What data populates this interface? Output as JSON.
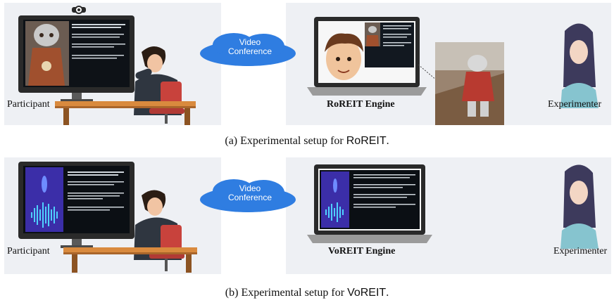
{
  "row_a": {
    "participant_label": "Participant",
    "engine_label": "RoREIT Engine",
    "experimenter_label": "Experimenter",
    "cloud_line1": "Video",
    "cloud_line2": "Conference",
    "caption_prefix": "(a) Experimental setup for ",
    "caption_system": "RoREIT",
    "caption_suffix": "."
  },
  "row_b": {
    "participant_label": "Participant",
    "engine_label": "VoREIT Engine",
    "experimenter_label": "Experimenter",
    "cloud_line1": "Video",
    "cloud_line2": "Conference",
    "caption_prefix": "(b) Experimental setup for ",
    "caption_system": "VoREIT",
    "caption_suffix": "."
  },
  "colors": {
    "panel_bg": "#eef0f4",
    "cloud_blue": "#2f7de1",
    "chair_red": "#c8423c",
    "desk_orange": "#d98a3e",
    "monitor_dark": "#2a2a2a",
    "screen_dark": "#101418",
    "shirt_teal": "#86c4cf"
  },
  "icons": [
    "webcam-icon",
    "robot-icon",
    "avatar-face-icon",
    "waveform-icon",
    "speaker-oval-icon"
  ]
}
